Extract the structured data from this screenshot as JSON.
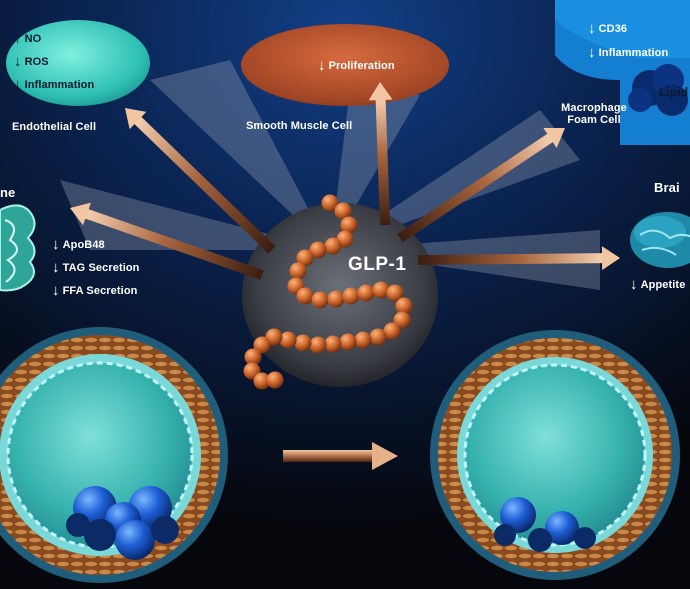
{
  "endothelial": {
    "title": "Endothelial Cell",
    "effects": [
      {
        "dir": "up",
        "text": "NO"
      },
      {
        "dir": "down",
        "text": "ROS"
      },
      {
        "dir": "down",
        "text": "Inflammation"
      }
    ]
  },
  "smooth_muscle": {
    "title": "Smooth Muscle Cell",
    "effect": {
      "dir": "down",
      "text": "Proliferation"
    }
  },
  "macrophage": {
    "title_line1": "Macrophage",
    "title_line2": "Foam Cell",
    "effects": [
      {
        "dir": "down",
        "text": "CD36"
      },
      {
        "dir": "down",
        "text": "Inflammation"
      }
    ],
    "lipid_label": "Lipid"
  },
  "intestine": {
    "title_partial": "ne",
    "effects": [
      {
        "dir": "down",
        "text": "ApoB48"
      },
      {
        "dir": "down",
        "text": "TAG Secretion"
      },
      {
        "dir": "down",
        "text": "FFA Secretion"
      }
    ]
  },
  "brain": {
    "title_partial": "Brai",
    "effect": {
      "dir": "down",
      "text": "Appetite"
    }
  },
  "center": {
    "label": "GLP-1"
  },
  "colors": {
    "background": "#05070d",
    "endothelial_ellipse": "#2ebfb3",
    "smooth_muscle_ellipse": "#b04e2a",
    "macrophage_panel": "#1a8fe0",
    "arrow": "#d8a27e",
    "peptide_bead": "#c8632b",
    "vessel_lumen": "#3ab8b6",
    "vessel_wall": "#a8632c",
    "plaque": "#1e5fd6"
  }
}
